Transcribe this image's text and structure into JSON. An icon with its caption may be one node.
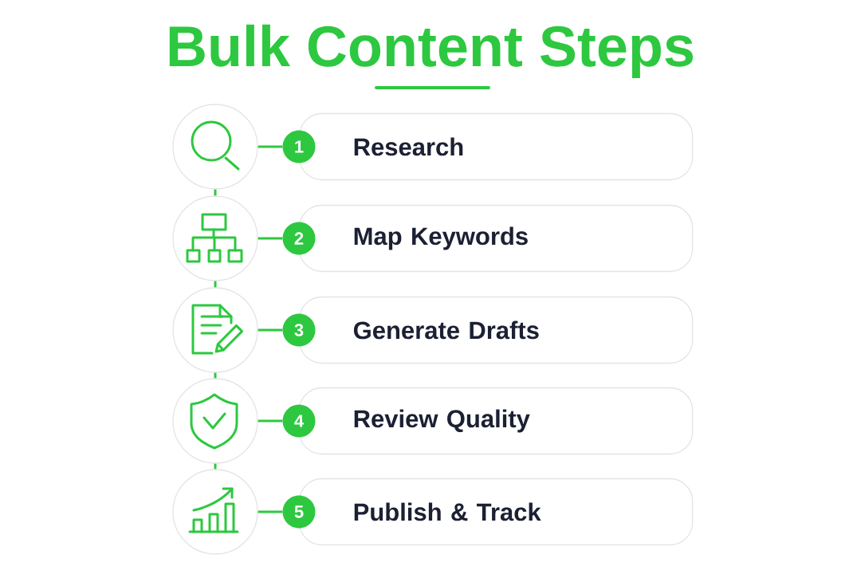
{
  "diagram": {
    "title": "Bulk Content Steps",
    "nodes": [
      {
        "text": [],
        "shape": "circle"
      },
      {
        "text": [
          "1"
        ]
      },
      {
        "text": [
          "Research"
        ]
      },
      {
        "text": [],
        "shape": "circle"
      },
      {
        "text": [
          "2"
        ]
      },
      {
        "text": [
          "Map Keywords"
        ]
      },
      {
        "text": [],
        "shape": "circle"
      },
      {
        "text": [
          "3"
        ]
      },
      {
        "text": [
          "Generate Drafts"
        ]
      },
      {
        "text": [],
        "shape": "circle"
      },
      {
        "text": [
          "4"
        ]
      },
      {
        "text": [
          "Review Quality"
        ]
      },
      {
        "text": [],
        "shape": "circle"
      },
      {
        "text": [
          "5"
        ]
      },
      {
        "text": [
          "Publish & Track"
        ]
      }
    ],
    "edges": [
      {
        "from": 0,
        "to": 1,
        "arrow": "none"
      },
      {
        "from": 3,
        "to": 4,
        "arrow": "none"
      },
      {
        "from": 6,
        "to": 7,
        "arrow": "none"
      },
      {
        "from": 9,
        "to": 10,
        "arrow": "none"
      },
      {
        "from": 12,
        "to": 13,
        "arrow": "none"
      },
      {
        "from": 0,
        "to": 3,
        "arrow": "none"
      },
      {
        "from": 3,
        "to": 6,
        "arrow": "none"
      },
      {
        "from": 6,
        "to": 9,
        "arrow": "none"
      },
      {
        "from": 9,
        "to": 12,
        "arrow": "none"
      }
    ]
  }
}
